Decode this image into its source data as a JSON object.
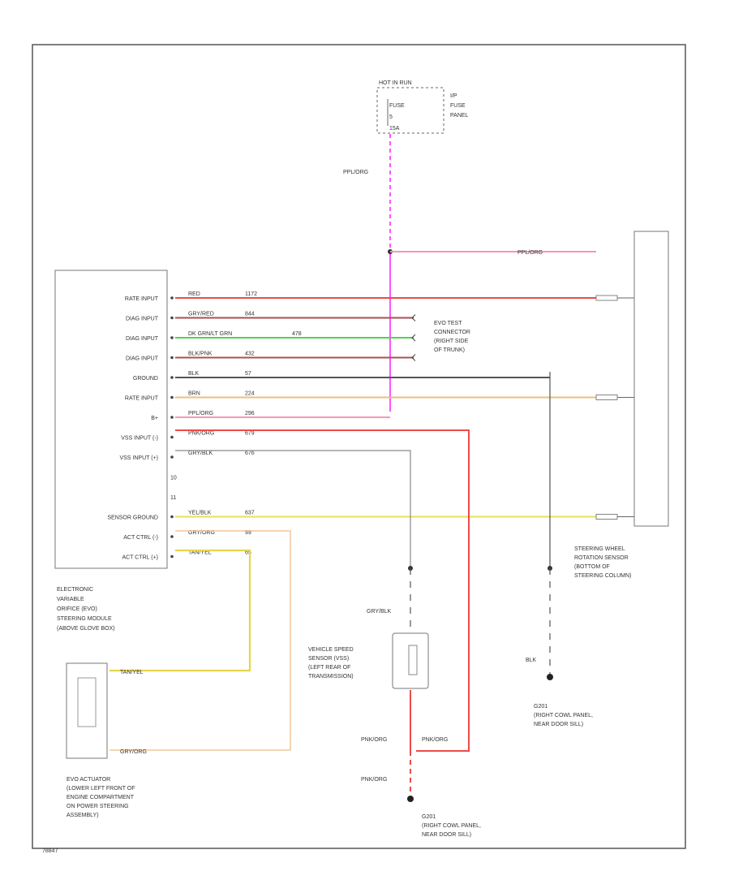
{
  "colors": {
    "red": "#ef4a4a",
    "brown_red": "#a85050",
    "green": "#4cd64c",
    "black": "#555555",
    "tan": "#e6c27a",
    "pink": "#f29ab0",
    "grey": "#8a8a8a",
    "yellow": "#e7e15a",
    "orange": "#f2c79a",
    "magenta": "#ff55ff"
  },
  "fuse_panel": {
    "hot_label": "HOT IN RUN",
    "fuse_label": "FUSE",
    "fuse_number": "5",
    "fuse_rating": "15A",
    "panel_label_1": "I/P",
    "panel_label_2": "FUSE",
    "panel_label_3": "PANEL"
  },
  "wire_label_ppl_org_top": "PPL/ORG",
  "wire_label_ppl_org_right": "PPL/ORG",
  "module": {
    "pins": [
      "RATE INPUT",
      "DIAG INPUT",
      "DIAG INPUT",
      "DIAG INPUT",
      "GROUND",
      "RATE INPUT",
      "B+",
      "VSS INPUT (-)",
      "VSS INPUT (+)",
      "",
      "",
      "SENSOR GROUND",
      "ACT CTRL (-)",
      "ACT CTRL (+)"
    ],
    "pin_numbers": [
      "",
      "",
      "",
      "",
      "",
      "",
      "",
      "",
      "",
      "10",
      "11",
      "",
      "",
      ""
    ],
    "name_lines": [
      "ELECTRONIC",
      "VARIABLE",
      "ORIFICE (EVO)",
      "STEERING MODULE",
      "(ABOVE GLOVE BOX)"
    ]
  },
  "wires": [
    {
      "label": "RED",
      "circuit": "1172"
    },
    {
      "label": "GRY/RED",
      "circuit": "844"
    },
    {
      "label": "DK GRN/LT GRN",
      "circuit": "478"
    },
    {
      "label": "BLK/PNK",
      "circuit": "432"
    },
    {
      "label": "BLK",
      "circuit": "57"
    },
    {
      "label": "BRN",
      "circuit": "224"
    },
    {
      "label": "PPL/ORG",
      "circuit": "296"
    },
    {
      "label": "PNK/ORG",
      "circuit": "679"
    },
    {
      "label": "GRY/BLK",
      "circuit": "676"
    },
    {
      "label": "YEL/BLK",
      "circuit": "637"
    },
    {
      "label": "GRY/ORG",
      "circuit": "99"
    },
    {
      "label": "TAN/YEL",
      "circuit": "65"
    }
  ],
  "test_connector": [
    "EVO TEST",
    "CONNECTOR",
    "(RIGHT SIDE",
    "OF TRUNK)"
  ],
  "steering_sensor": [
    "STEERING WHEEL",
    "ROTATION SENSOR",
    "(BOTTOM OF",
    "STEERING COLUMN)"
  ],
  "vss": {
    "wire_label": "GRY/BLK",
    "name_lines": [
      "VEHICLE SPEED",
      "SENSOR (VSS)",
      "(LEFT REAR OF",
      "TRANSMISSION)"
    ],
    "pnk_org_1": "PNK/ORG",
    "pnk_org_2": "PNK/ORG",
    "pnk_org_3": "PNK/ORG"
  },
  "ground_right": {
    "wire_label": "BLK",
    "name_lines": [
      "G201",
      "(RIGHT COWL PANEL,",
      "NEAR DOOR SILL)"
    ]
  },
  "ground_bottom": {
    "name_lines": [
      "G201",
      "(RIGHT COWL PANEL,",
      "NEAR DOOR SILL)"
    ]
  },
  "actuator": {
    "wire_tan": "TAN/YEL",
    "wire_gry": "GRY/ORG",
    "name_lines": [
      "EVO ACTUATOR",
      "(LOWER LEFT FRONT OF",
      "ENGINE COMPARTMENT",
      "ON POWER STEERING",
      "ASSEMBLY)"
    ]
  },
  "footer_code": "78847"
}
